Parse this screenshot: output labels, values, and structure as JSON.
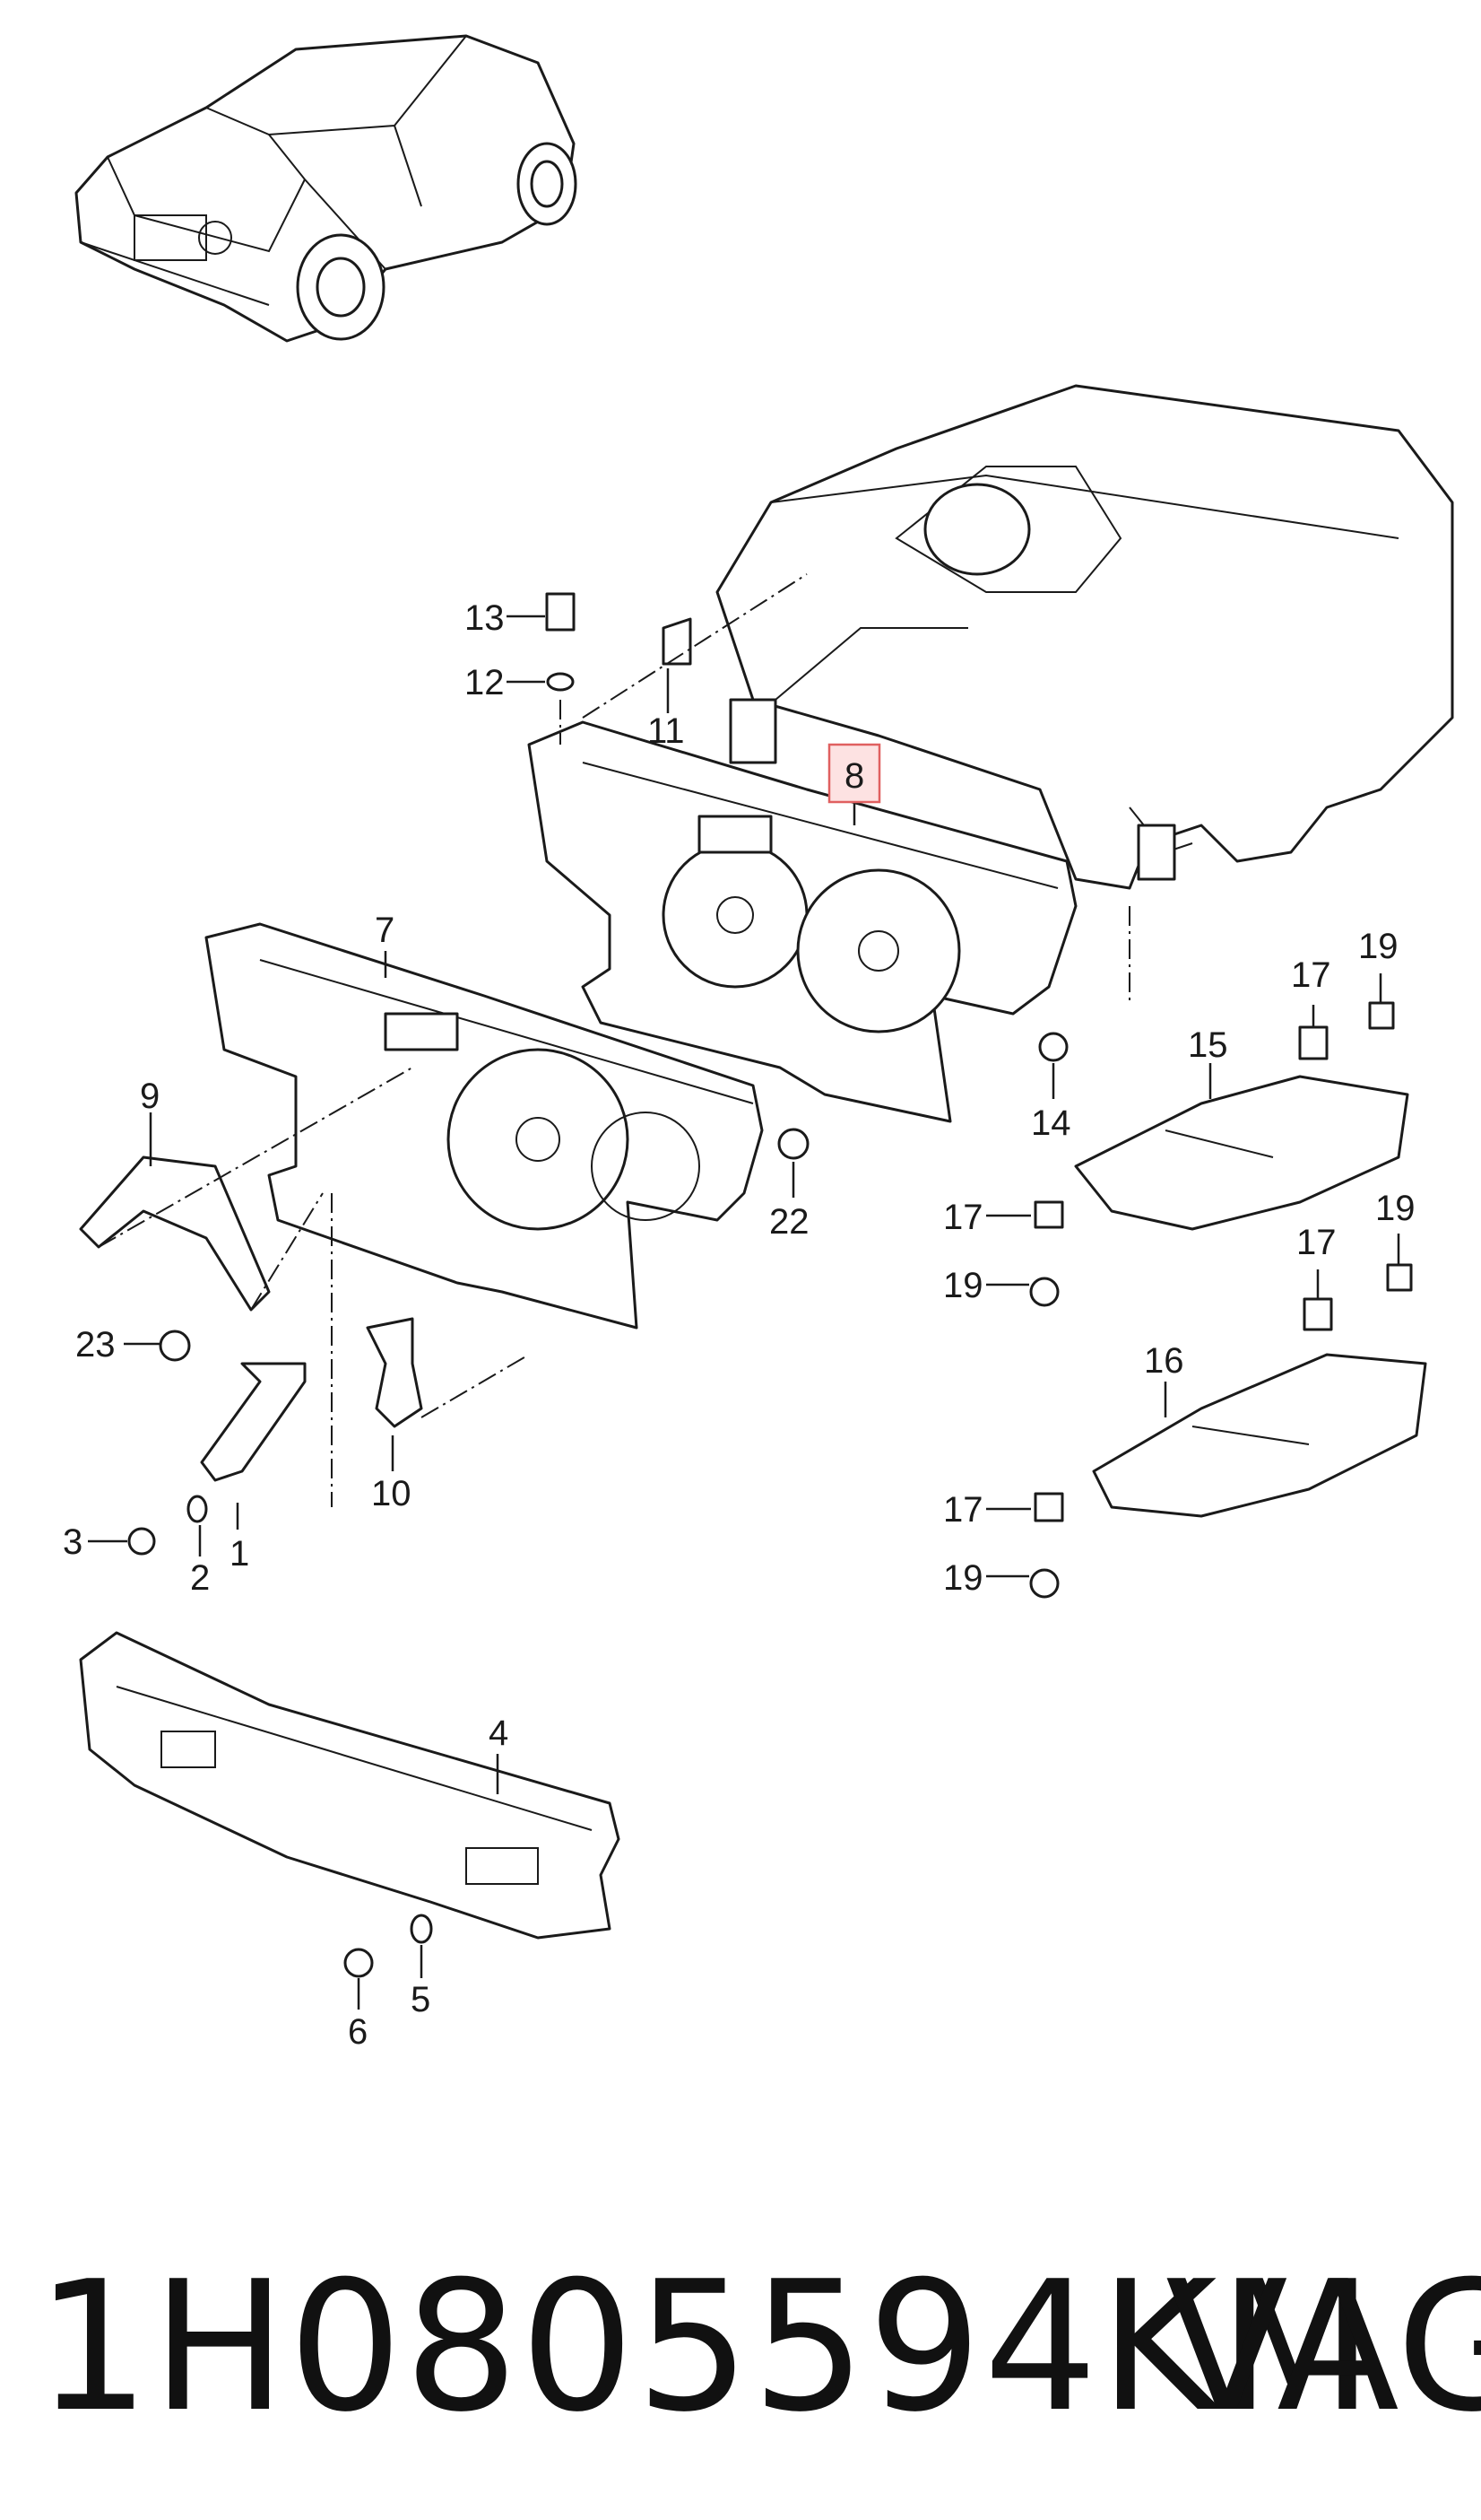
{
  "diagram": {
    "callouts": [
      {
        "id": "c13",
        "text": "13"
      },
      {
        "id": "c12",
        "text": "12"
      },
      {
        "id": "c11",
        "text": "11"
      },
      {
        "id": "c8",
        "text": "8",
        "highlighted": true
      },
      {
        "id": "c7",
        "text": "7"
      },
      {
        "id": "c9",
        "text": "9"
      },
      {
        "id": "c23",
        "text": "23"
      },
      {
        "id": "c10",
        "text": "10"
      },
      {
        "id": "c22",
        "text": "22"
      },
      {
        "id": "c3",
        "text": "3"
      },
      {
        "id": "c2",
        "text": "2"
      },
      {
        "id": "c1",
        "text": "1"
      },
      {
        "id": "c14",
        "text": "14"
      },
      {
        "id": "c15",
        "text": "15"
      },
      {
        "id": "c17a",
        "text": "17"
      },
      {
        "id": "c19a",
        "text": "19"
      },
      {
        "id": "c17b",
        "text": "17"
      },
      {
        "id": "c19b",
        "text": "19"
      },
      {
        "id": "c17c",
        "text": "17"
      },
      {
        "id": "c19c",
        "text": "19"
      },
      {
        "id": "c16",
        "text": "16"
      },
      {
        "id": "c17d",
        "text": "17"
      },
      {
        "id": "c19d",
        "text": "19"
      },
      {
        "id": "c4",
        "text": "4"
      },
      {
        "id": "c5",
        "text": "5"
      },
      {
        "id": "c6",
        "text": "6"
      }
    ],
    "highlight_color": "#e06060"
  },
  "footer": {
    "part_number": "1H0805594KM",
    "brand": "VAG"
  }
}
